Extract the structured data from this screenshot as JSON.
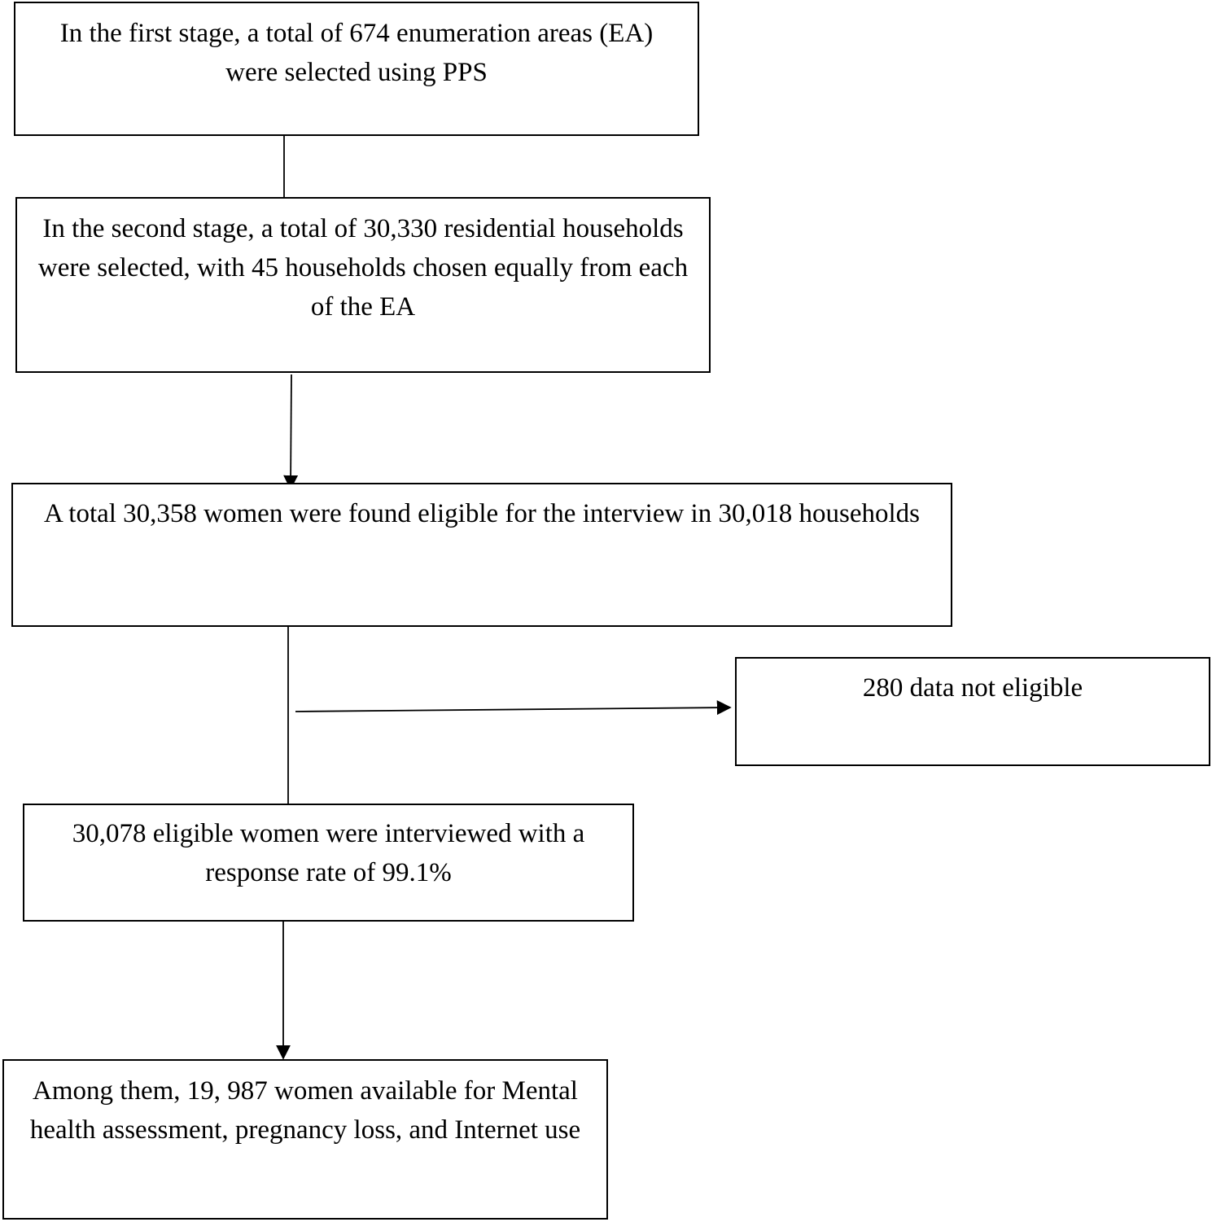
{
  "diagram": {
    "boxes": {
      "stage1": "In the first stage, a total of 674 enumeration areas (EA) were selected using PPS",
      "stage2": "In the second stage, a total of 30,330 residential households were selected, with 45 households chosen equally from each of the EA",
      "eligible": "A total 30,358 women were found eligible for the interview in 30,018 households",
      "excluded": "280 data not eligible",
      "interviewed": "30,078 eligible women were interviewed with a response rate of 99.1%",
      "final": "Among them, 19, 987 women available for Mental health assessment, pregnancy loss, and Internet use"
    },
    "colors": {
      "line": "#000000",
      "border": "#000000",
      "background": "#ffffff",
      "text": "#000000"
    }
  }
}
